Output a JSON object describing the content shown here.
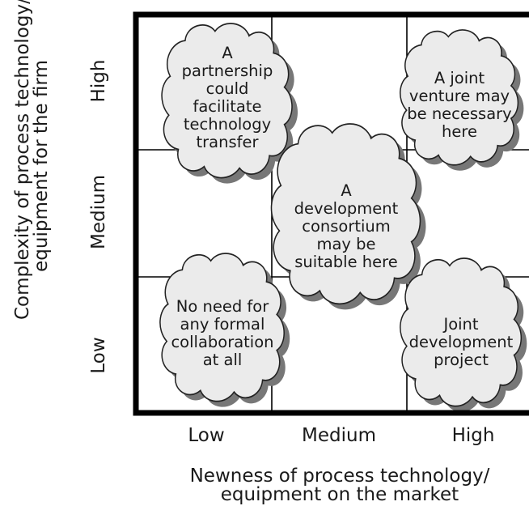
{
  "y_axis": {
    "title_line1": "Complexity of process technology/",
    "title_line2": "equipment for the firm",
    "levels": [
      "High",
      "Medium",
      "Low"
    ]
  },
  "x_axis": {
    "title_line1": "Newness of process technology/",
    "title_line2": "equipment on the market",
    "levels": [
      "Low",
      "Medium",
      "High"
    ]
  },
  "clouds": {
    "partnership": [
      "A",
      "partnership",
      "could",
      "facilitate",
      "technology",
      "transfer"
    ],
    "joint_venture": [
      "A joint",
      "venture may",
      "be necessary",
      "here"
    ],
    "consortium": [
      "A",
      "development",
      "consortium",
      "may be",
      "suitable here"
    ],
    "no_need": [
      "No need for",
      "any formal",
      "collaboration",
      "at all"
    ],
    "joint_project": [
      "Joint",
      "development",
      "project"
    ]
  },
  "colors": {
    "cloud_fill": "#ebebeb",
    "cloud_shadow": "#777777",
    "grid": "#000000"
  }
}
